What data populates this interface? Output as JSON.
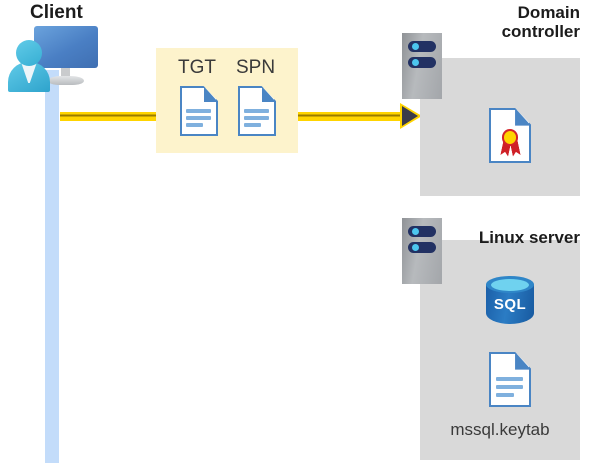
{
  "diagram": {
    "title": "Kerberos authentication flow: client requests TGT and SPN from domain controller for MSSQL on Linux",
    "background": "#ffffff"
  },
  "client": {
    "title": "Client",
    "icon": "user-monitor-icon",
    "lifeline_color": "#c3dcfa"
  },
  "flow": {
    "line_color": "#ffd400",
    "arrowhead_color": "#3b3b49",
    "direction": "client-to-domain-controller"
  },
  "tickets": {
    "box_color": "#fdf3cc",
    "items": [
      {
        "label": "TGT",
        "icon": "document-icon"
      },
      {
        "label": "SPN",
        "icon": "document-icon"
      }
    ]
  },
  "domain_controller": {
    "title": "Domain\ncontroller",
    "server_icon": "server-rack-icon",
    "panel_color": "#d9d9d9",
    "contents": [
      {
        "icon": "certificate-document-icon",
        "label": ""
      }
    ]
  },
  "linux_server": {
    "title": "Linux server",
    "server_icon": "server-rack-icon",
    "panel_color": "#d9d9d9",
    "contents": [
      {
        "icon": "sql-database-icon",
        "label": "SQL"
      },
      {
        "icon": "document-icon",
        "label": "mssql.keytab"
      }
    ],
    "keytab_filename": "mssql.keytab",
    "sql_label": "SQL"
  }
}
